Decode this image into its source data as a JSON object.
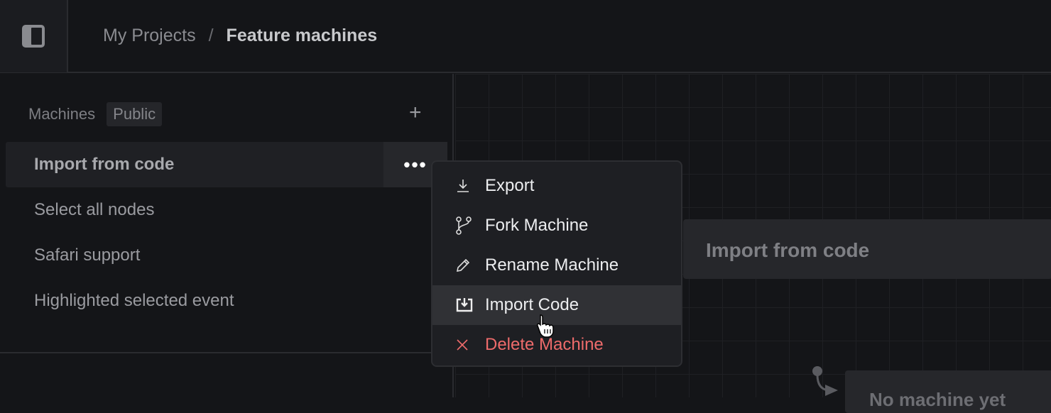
{
  "header": {
    "breadcrumb": [
      "My Projects",
      "Feature machines"
    ],
    "separator": "/"
  },
  "sidebar": {
    "title": "Machines",
    "badge": "Public",
    "items": [
      {
        "label": "Import from code",
        "active": true
      },
      {
        "label": "Select all nodes"
      },
      {
        "label": "Safari support"
      },
      {
        "label": "Highlighted selected event"
      }
    ]
  },
  "menu": {
    "items": [
      {
        "label": "Export",
        "icon": "download-icon"
      },
      {
        "label": "Fork Machine",
        "icon": "git-fork-icon"
      },
      {
        "label": "Rename Machine",
        "icon": "pencil-icon"
      },
      {
        "label": "Import Code",
        "icon": "import-icon",
        "hovered": true
      },
      {
        "label": "Delete Machine",
        "icon": "close-icon",
        "danger": true
      }
    ]
  },
  "canvas": {
    "node_title": "Import from code",
    "placeholder": "No machine yet"
  },
  "colors": {
    "danger": "#ee6b6b",
    "background": "#141518"
  }
}
